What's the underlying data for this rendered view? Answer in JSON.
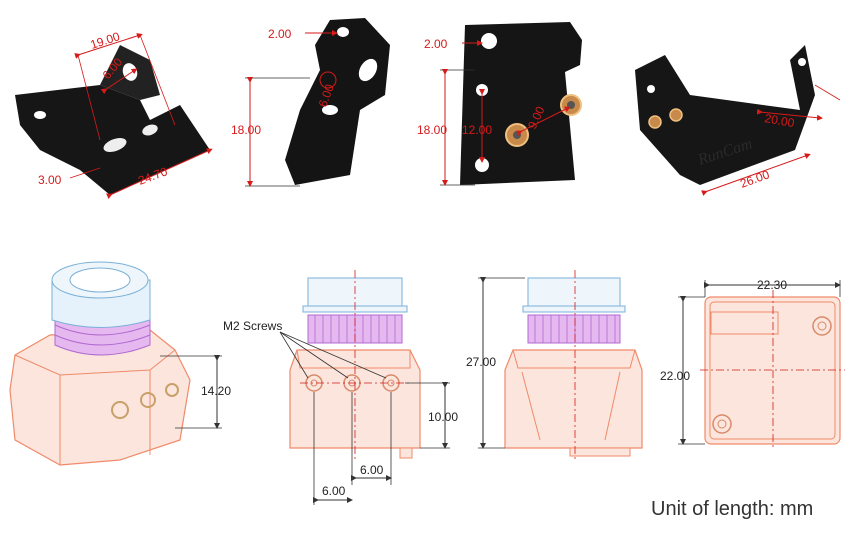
{
  "brackets": {
    "b1": {
      "d_top": "19.00",
      "d_hole": "6.00",
      "d_side": "3.00",
      "d_bottom": "24.70"
    },
    "b2": {
      "d_top": "2.00",
      "d_height": "18.00",
      "d_hole": "6.00"
    },
    "b3": {
      "d_top": "2.00",
      "d_height": "18.00",
      "d_inner": "12.00",
      "d_diag": "9.00"
    },
    "b4": {
      "d_width": "26.00",
      "d_diag": "20.00",
      "logo": "RunCam"
    }
  },
  "camera_views": {
    "iso": {
      "d_height": "14.20"
    },
    "front": {
      "label": "M2 Screws",
      "d_height": "10.00",
      "d_spacing_1": "6.00",
      "d_spacing_2": "6.00"
    },
    "side": {
      "d_height": "27.00"
    },
    "back": {
      "d_width": "22.30",
      "d_height": "22.00"
    }
  },
  "unit_note": "Unit of length: mm",
  "colors": {
    "dimension": "#d51a1a",
    "outline": "#f08a6a",
    "ring": "#b06ad0",
    "metal": "#141414"
  }
}
